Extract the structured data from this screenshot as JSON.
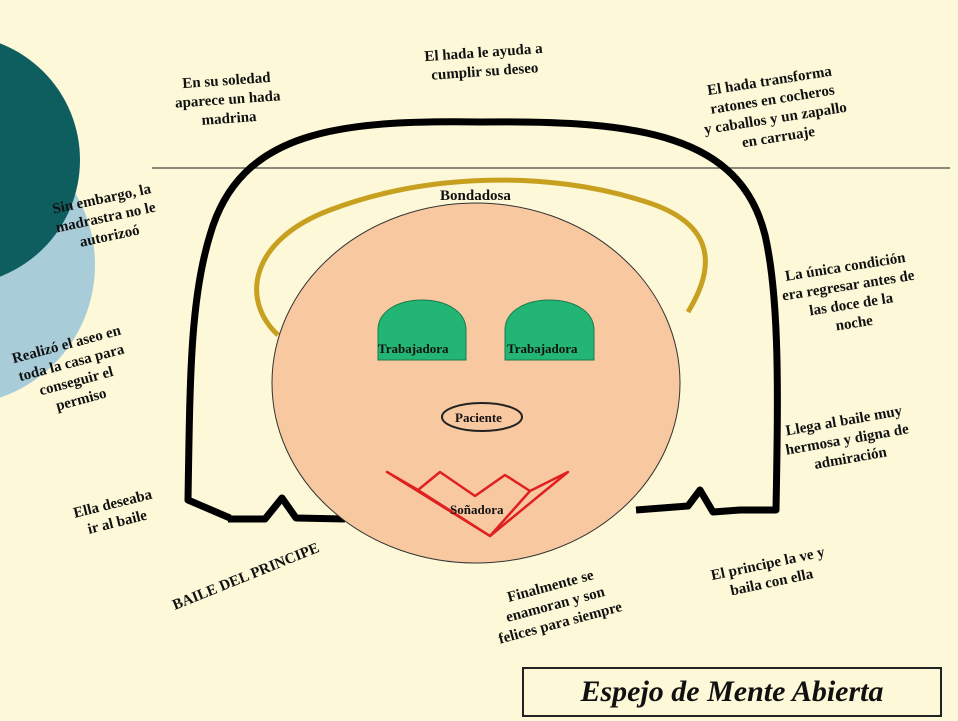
{
  "slide": {
    "title": "Espejo de Mente Abierta",
    "center_label": "Bondadosa",
    "eye_left": "Trabajadora",
    "eye_right": "Trabajadora",
    "nose": "Paciente",
    "mouth": "Soñadora",
    "captions": {
      "soledad": "En su soledad\naparece un hada\nmadrina",
      "ayuda": "El hada le ayuda a\ncumplir su deseo",
      "transforma": "El hada transforma\nratones en cocheros\ny caballos y un zapallo\nen carruaje",
      "embargo": "Sin embargo, la\nmadrastra no le\nautorizoó",
      "condicion": "La única condición\nera regresar antes de\nlas doce de la\nnoche",
      "aseo": "Realizó el aseo en\ntoda la casa para\nconseguir el\npermiso",
      "llega": "Llega al baile muy\nhermosa y digna de\nadmiración",
      "deseaba": "Ella deseaba\nir al baile",
      "principe": "El principe la ve y\nbaila con ella",
      "finalmente": "Finalmente se\nenamoran y son\nfelices para siempre",
      "baile": "BAILE DEL PRINCIPE"
    }
  },
  "colors": {
    "background": "#fcf8d8",
    "face": "#f8c8a0",
    "eyes": "#22b573",
    "hair": "#c8a020",
    "mouth": "#e02020",
    "circle_dark": "#0e5e60",
    "circle_light": "#a8cdd8"
  }
}
